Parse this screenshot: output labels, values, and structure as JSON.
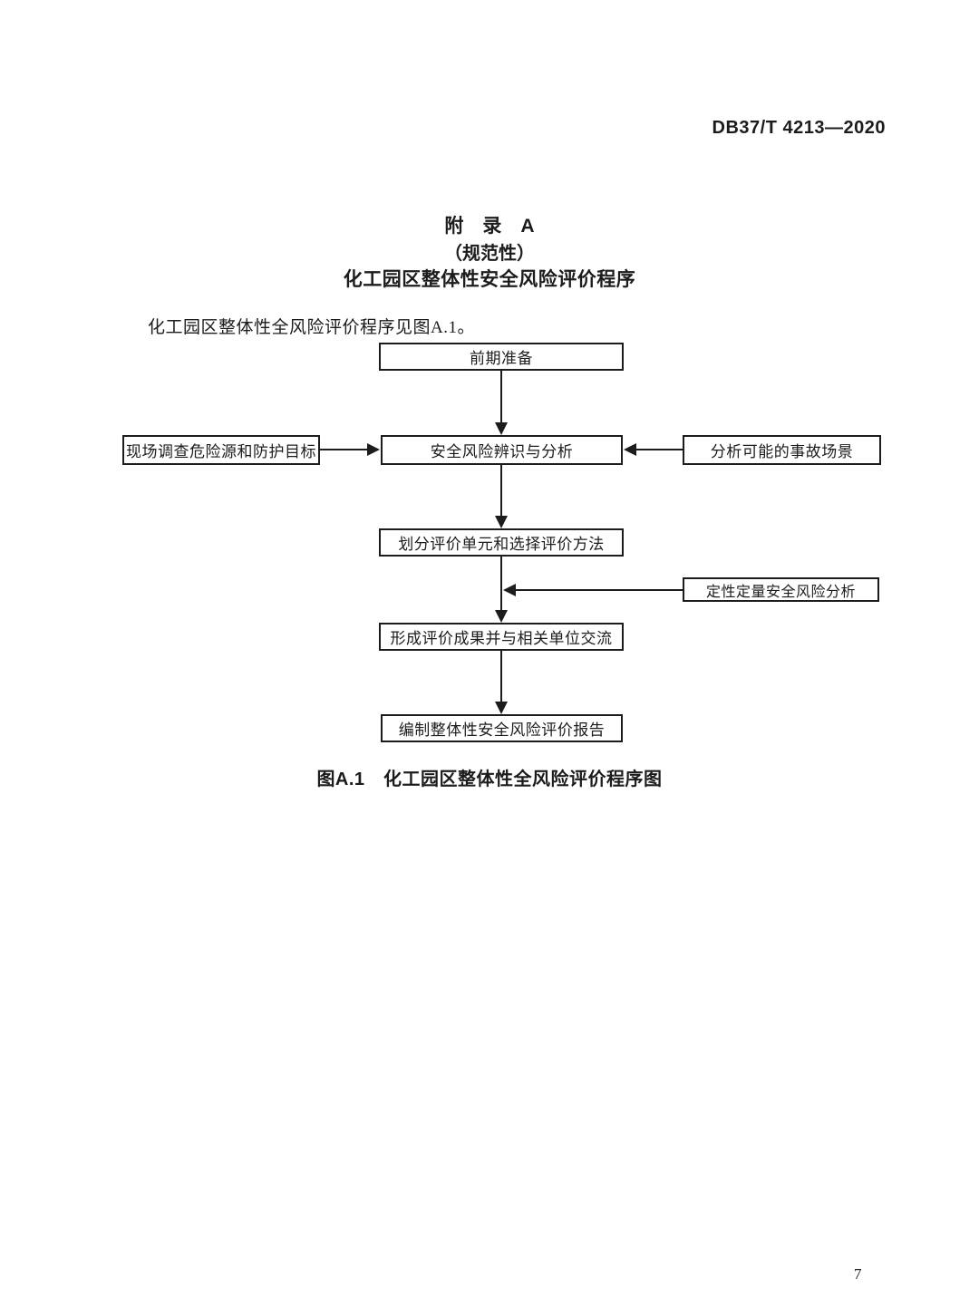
{
  "page": {
    "header": "DB37/T 4213—2020",
    "page_number": "7"
  },
  "appendix": {
    "title_line1": "附　录　A",
    "title_line2": "（规范性）",
    "title_line3": "化工园区整体性安全风险评价程序",
    "intro": "化工园区整体性全风险评价程序见图A.1。"
  },
  "figure": {
    "caption": "图A.1　化工园区整体性全风险评价程序图",
    "nodes": {
      "prep": {
        "label": "前期准备"
      },
      "survey": {
        "label": "现场调查危险源和防护目标"
      },
      "identify": {
        "label": "安全风险辨识与分析"
      },
      "scenario": {
        "label": "分析可能的事故场景"
      },
      "divide": {
        "label": "划分评价单元和选择评价方法"
      },
      "qualquant": {
        "label": "定性定量安全风险分析"
      },
      "results": {
        "label": "形成评价成果并与相关单位交流"
      },
      "report": {
        "label": "编制整体性安全风险评价报告"
      }
    },
    "edges": [
      {
        "from": "prep",
        "to": "identify"
      },
      {
        "from": "survey",
        "to": "identify"
      },
      {
        "from": "scenario",
        "to": "identify"
      },
      {
        "from": "identify",
        "to": "divide"
      },
      {
        "from": "divide",
        "to": "results"
      },
      {
        "from": "qualquant",
        "to": "results"
      },
      {
        "from": "results",
        "to": "report"
      }
    ],
    "line_color": "#1c1c1c"
  }
}
